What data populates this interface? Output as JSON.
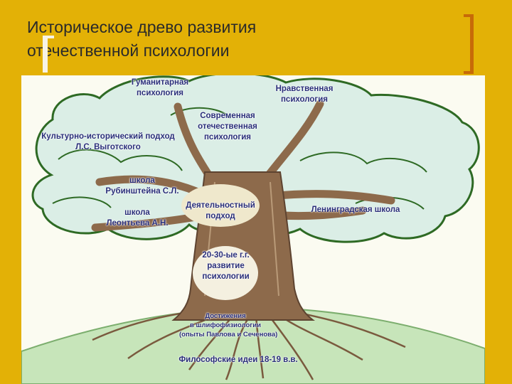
{
  "slide": {
    "title_line1": "Историческое древо развития",
    "title_line2": "отечественной психологии"
  },
  "tree": {
    "humanistic": [
      "Гуманитарная",
      "психология"
    ],
    "moral": [
      "Нравственная",
      "психология"
    ],
    "modern": [
      "Современная",
      "отечественная",
      "психология"
    ],
    "cultural": [
      "Культурно-исторический подход",
      "Л.С. Выготского"
    ],
    "rubinstein": [
      "школа",
      "Рубинштейна С.Л."
    ],
    "leontiev": [
      "школа",
      "Леонтьева А.Н."
    ],
    "activity": [
      "Деятельностный",
      "подход"
    ],
    "leningrad": [
      "Ленинградская школа"
    ],
    "century20": [
      "20-30-ые г.г.",
      "развитие",
      "психологии"
    ],
    "achievements": [
      "Достижения",
      "в шлифофизиологии",
      "(опыты Павлова и Сеченова)"
    ],
    "philosophy": [
      "Философские идеи 18-19 в.в."
    ]
  },
  "colors": {
    "background": "#e3b106",
    "crown": "#dbeee6",
    "crown_edge": "#2e6a24",
    "trunk": "#8d6a4b",
    "ground": "#c7e5ba",
    "label": "#2a2f7a"
  }
}
